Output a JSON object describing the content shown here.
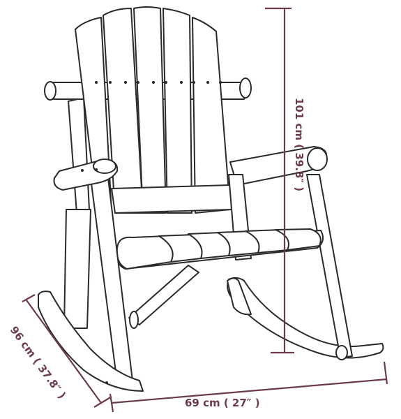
{
  "dimensions": {
    "height": {
      "label": "101 cm ( 39.8″ )"
    },
    "width": {
      "label": "69 cm ( 27″ )"
    },
    "depth": {
      "label": "96 cm ( 37.8″ )"
    }
  },
  "colors": {
    "dimension": "#6b3a4d",
    "outline": "#2a2a2a",
    "background": "#ffffff"
  }
}
